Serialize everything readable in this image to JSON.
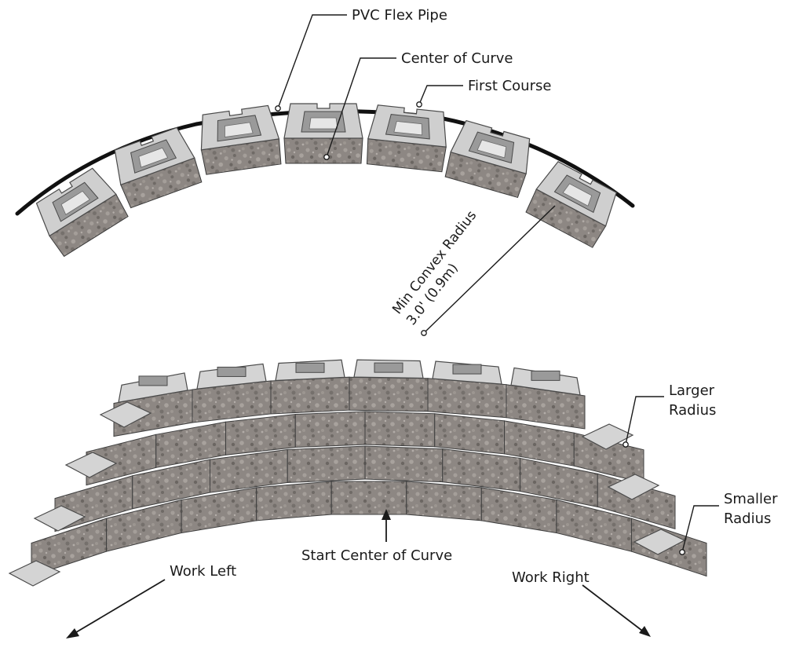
{
  "labels": {
    "pvc_flex_pipe": "PVC Flex Pipe",
    "center_of_curve": "Center of Curve",
    "first_course": "First Course",
    "min_convex_radius_line1": "Min Convex Radius",
    "min_convex_radius_line2": "3.0' (0.9m)",
    "larger_radius_line1": "Larger",
    "larger_radius_line2": "Radius",
    "smaller_radius_line1": "Smaller",
    "smaller_radius_line2": "Radius",
    "start_center_of_curve": "Start Center of Curve",
    "work_left": "Work Left",
    "work_right": "Work Right"
  },
  "colors": {
    "block_top": "#cfcfcf",
    "rock_face": "#8a8480",
    "line": "#1a1a1a"
  },
  "icons": [
    "arrow-icon",
    "leader-dot-icon"
  ]
}
